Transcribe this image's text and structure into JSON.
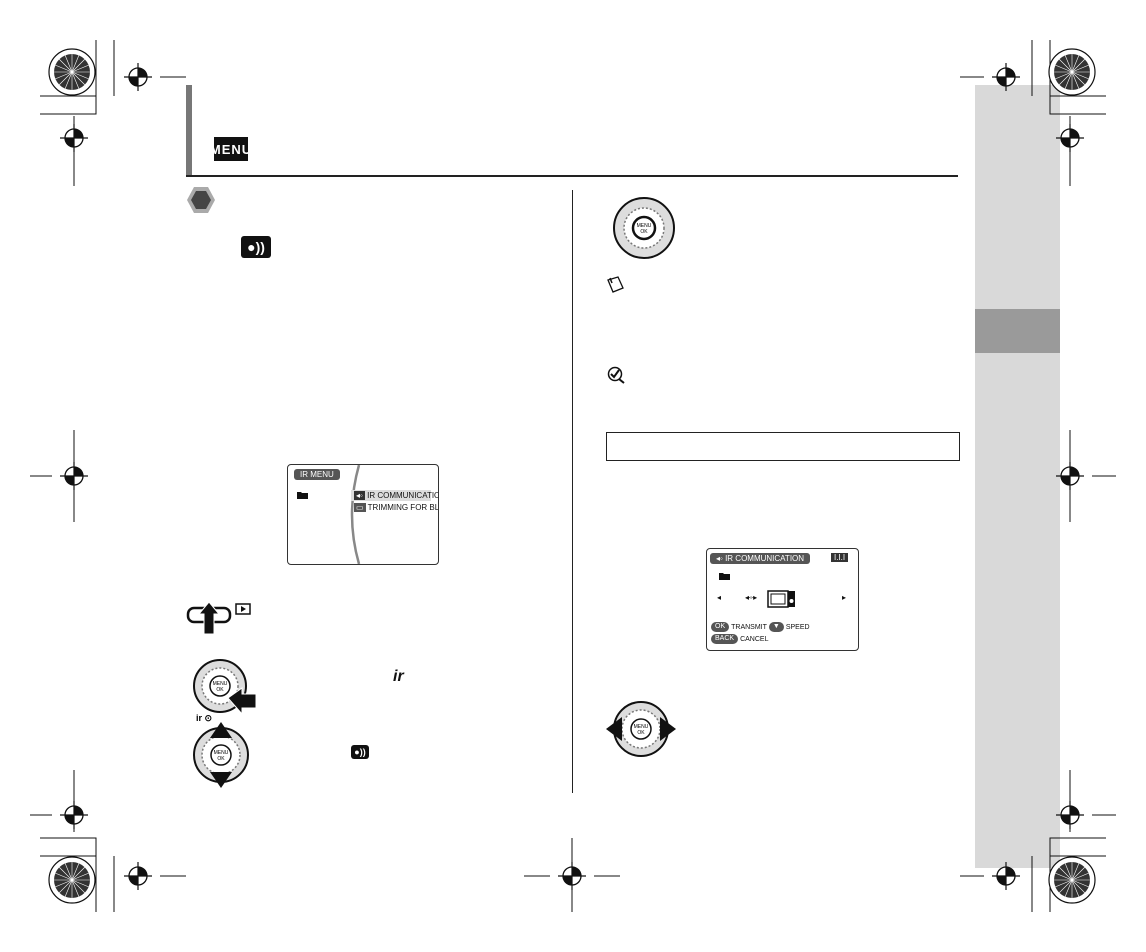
{
  "header": {
    "menu_badge": "MENU"
  },
  "left_column": {
    "mode_icon_label": "●))",
    "lcd_menu": {
      "title": "IR MENU",
      "items": [
        "IR COMMUNICATION",
        "TRIMMING FOR BLOG"
      ],
      "item_icons": [
        "◂◦",
        "▭"
      ]
    },
    "steps": [
      {
        "icon": "playback-button-icon",
        "key_label": "▶"
      },
      {
        "icon": "dial-right-icon",
        "glyph": "ir",
        "sub_label": "ir ⊙"
      },
      {
        "icon": "dial-up-down-icon",
        "glyph": "●))"
      }
    ]
  },
  "right_column": {
    "dial_label": "MENU OK",
    "lcd_comm": {
      "title": "IR COMMUNICATION",
      "badge": "I.I.I",
      "ok_pill": "OK",
      "ok_text": "TRANSMIT",
      "down_pill": "▼",
      "down_text": "SPEED",
      "back_pill": "BACK",
      "back_text": "CANCEL"
    }
  },
  "colors": {
    "side_band": "#d9d9d9",
    "side_tab": "#9a9a9a",
    "header_bar": "#777777"
  }
}
